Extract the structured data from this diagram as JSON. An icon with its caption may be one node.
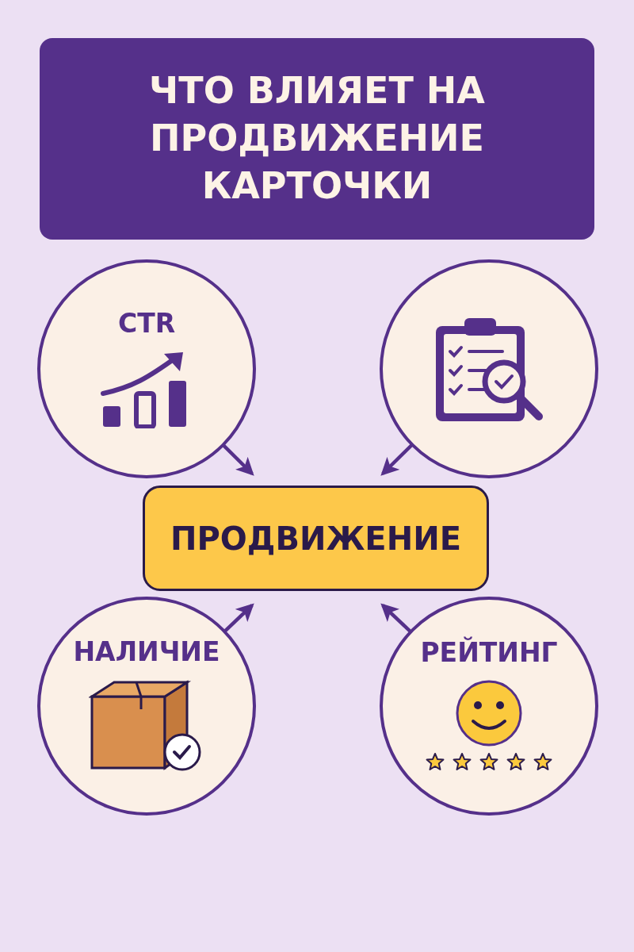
{
  "diagram": {
    "title": "ЧТО ВЛИЯЕТ НА ПРОДВИЖЕНИЕ КАРТОЧКИ",
    "nodes": [
      {
        "text": [
          "CTR"
        ]
      },
      {
        "text": [],
        "shape": "circle"
      },
      {
        "text": [
          "ПРОДВИЖЕНИЕ"
        ]
      },
      {
        "text": [
          "НАЛИЧИЕ"
        ]
      },
      {
        "text": [
          "РЕЙТИНГ"
        ]
      }
    ],
    "edges": [
      {
        "from": 0,
        "to": 2,
        "arrow": "to"
      },
      {
        "from": 1,
        "to": 2,
        "arrow": "to"
      },
      {
        "from": 3,
        "to": 2,
        "arrow": "to"
      },
      {
        "from": 4,
        "to": 2,
        "arrow": "to"
      }
    ]
  }
}
